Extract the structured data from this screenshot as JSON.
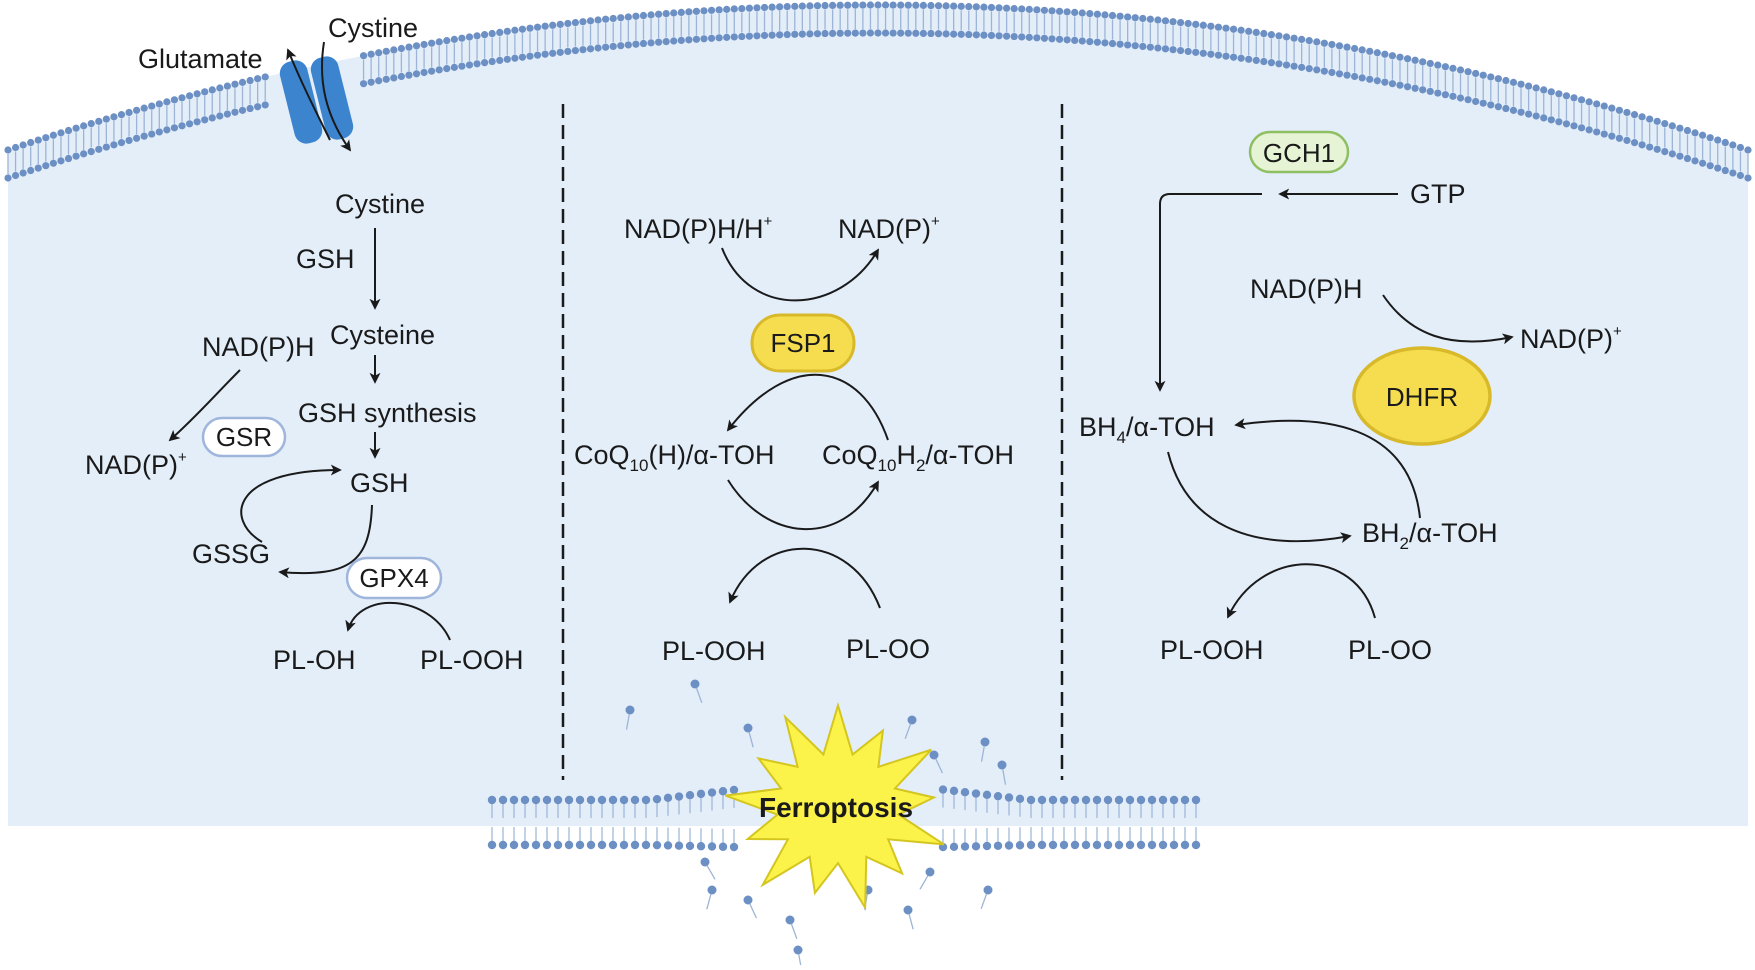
{
  "colors": {
    "cell": "#e3eef9",
    "membrane_head": "#6c8fc4",
    "membrane_tail": "#9db4d6",
    "transporter": "#3d84cf",
    "fsp1_fill": "#f6dd4f",
    "fsp1_stroke": "#d8b92a",
    "gch1_fill": "#e6f3d4",
    "gch1_stroke": "#8ebf63",
    "gsr_fill": "#ffffff",
    "gsr_stroke": "#9fb5dc",
    "burst_fill": "#fbf34a",
    "burst_stroke": "#d4c51f",
    "arrow": "#1a1a1a"
  },
  "transport": {
    "glutamate": "Glutamate",
    "cystine_out": "Cystine"
  },
  "panel1": {
    "cystine": "Cystine",
    "gsh_top": "GSH",
    "cysteine": "Cysteine",
    "nadph": "NAD(P)H",
    "nadp_base": "NAD(P)",
    "nadp_sup": "+",
    "gsr": "GSR",
    "gsh_synthesis": "GSH synthesis",
    "gsh": "GSH",
    "gssg": "GSSG",
    "gpx4": "GPX4",
    "pl_oh": "PL-OH",
    "pl_ooh": "PL-OOH"
  },
  "panel2": {
    "nadph_base": "NAD(P)H/H",
    "nadph_sup": "+",
    "nadp_base": "NAD(P)",
    "nadp_sup": "+",
    "fsp1": "FSP1",
    "coq_left_a": "CoQ",
    "coq_left_sub": "10",
    "coq_left_b": "(H)/α-TOH",
    "coq_right_a": "CoQ",
    "coq_right_sub1": "10",
    "coq_right_b": "H",
    "coq_right_sub2": "2",
    "coq_right_c": "/α-TOH",
    "pl_ooh": "PL-OOH",
    "pl_oo": "PL-OO"
  },
  "panel3": {
    "gch1": "GCH1",
    "gtp": "GTP",
    "nadph": "NAD(P)H",
    "nadp_base": "NAD(P)",
    "nadp_sup": "+",
    "dhfr": "DHFR",
    "bh4_a": "BH",
    "bh4_sub": "4",
    "bh4_b": "/α-TOH",
    "bh2_a": "BH",
    "bh2_sub": "2",
    "bh2_b": "/α-TOH",
    "pl_ooh": "PL-OOH",
    "pl_oo": "PL-OO"
  },
  "ferroptosis": "Ferroptosis"
}
